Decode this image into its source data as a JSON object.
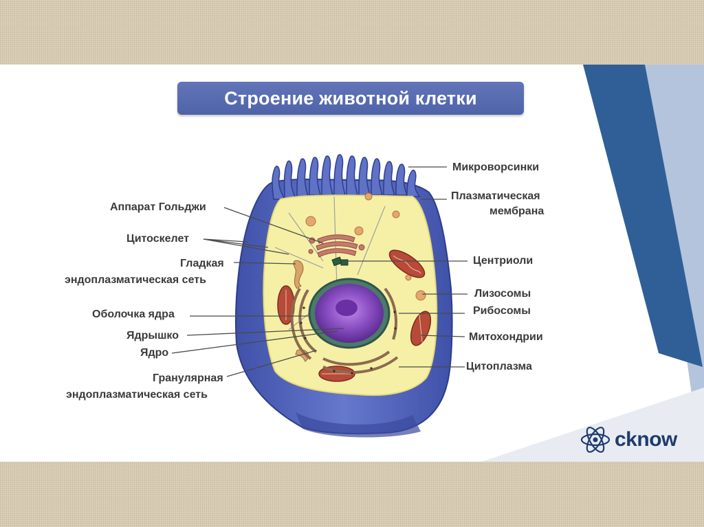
{
  "title": "Строение животной клетки",
  "labels": {
    "microvilli": "Микроворсинки",
    "plasma_membrane_line1": "Плазматическая",
    "plasma_membrane_line2": "мембрана",
    "golgi": "Аппарат Гольджи",
    "cytoskeleton": "Цитоскелет",
    "smooth_er_line1": "Гладкая",
    "smooth_er_line2": "эндоплазматическая сеть",
    "centrioles": "Центриоли",
    "lysosomes": "Лизосомы",
    "nuclear_envelope": "Оболочка ядра",
    "ribosomes": "Рибосомы",
    "nucleolus": "Ядрышко",
    "mitochondria": "Митохондрии",
    "nucleus": "Ядро",
    "cytoplasm": "Цитоплазма",
    "rough_er_line1": "Гранулярная",
    "rough_er_line2": "эндоплазматическая сеть"
  },
  "brand": "cknow",
  "colors": {
    "title_bar": "#5568ae",
    "membrane": "#5468c0",
    "cytoplasm": "#f6f0a6",
    "nucleus": "#8a4fc4",
    "mitochondria": "#b74a38",
    "accent_stripe": "#2f5f96"
  }
}
